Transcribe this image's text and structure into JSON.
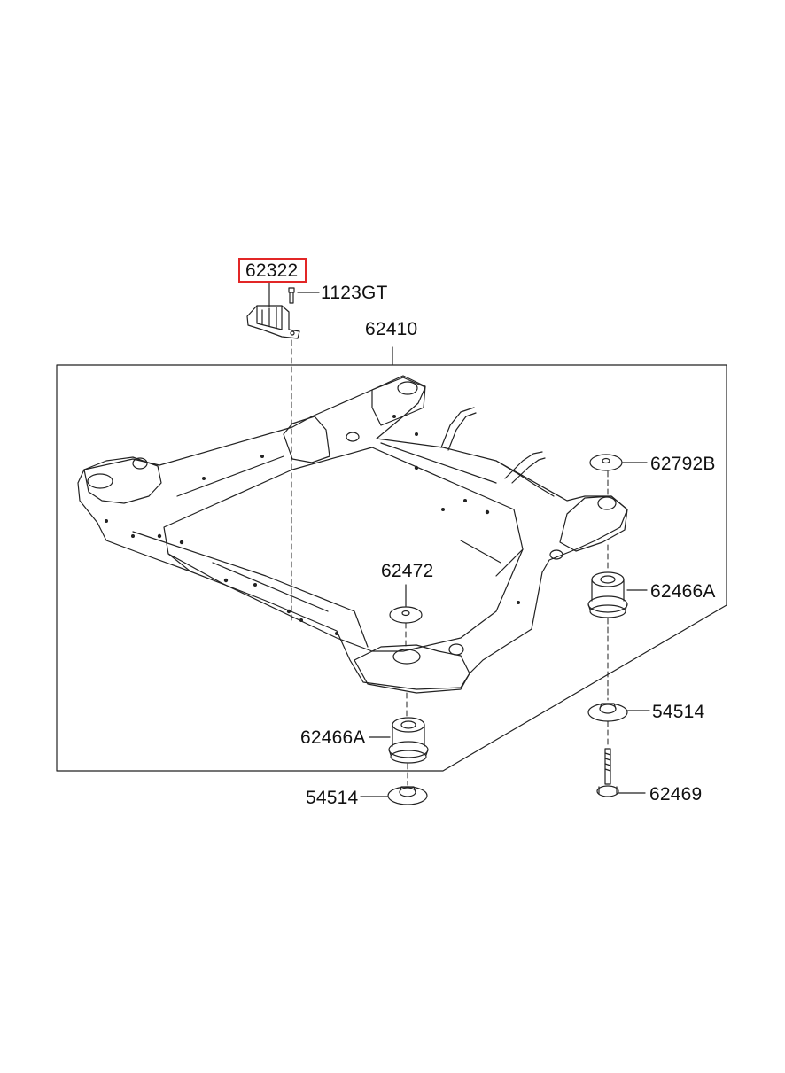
{
  "diagram": {
    "highlight_color": "#e22626",
    "highlighted_part": "62322",
    "part_labels": {
      "p62322": "62322",
      "p1123GT": "1123GT",
      "p62410": "62410",
      "p62792B": "62792B",
      "p62472": "62472",
      "p62466A_right": "62466A",
      "p62466A_left": "62466A",
      "p54514_right": "54514",
      "p54514_left": "54514",
      "p62469": "62469"
    }
  }
}
